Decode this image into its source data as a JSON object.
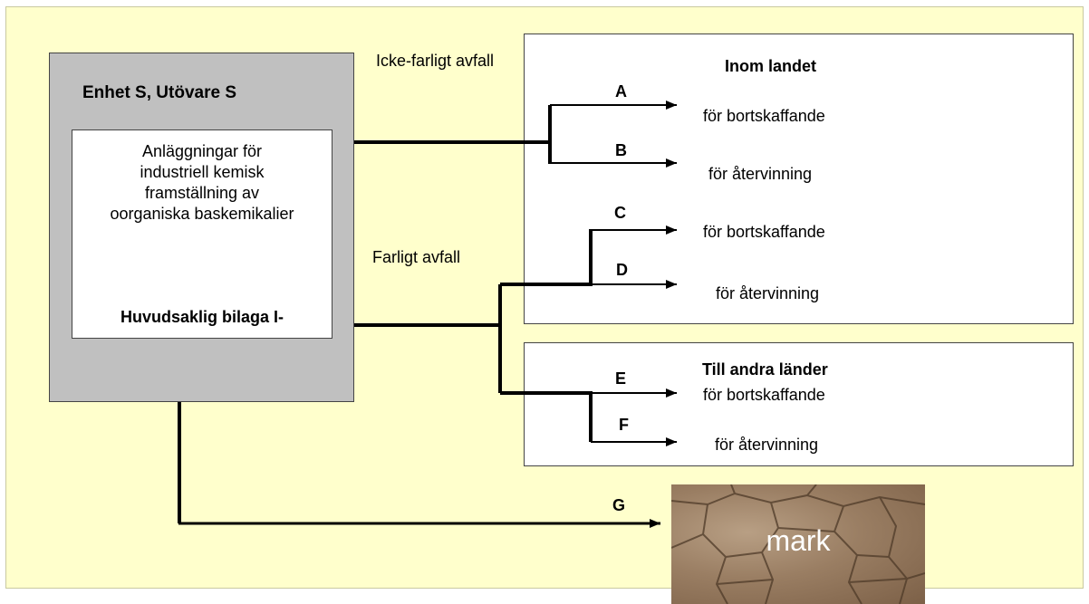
{
  "source_unit": {
    "title": "Enhet S, Utövare S",
    "facility_description": "Anläggningar för industriell kemisk framställning av oorganiska baskemikalier",
    "annex_label": "Huvudsaklig bilaga I-"
  },
  "waste_streams": {
    "non_hazardous": "Icke-farligt avfall",
    "hazardous": "Farligt avfall"
  },
  "domestic": {
    "title": "Inom landet",
    "routes": [
      {
        "letter": "A",
        "label": "för bortskaffande"
      },
      {
        "letter": "B",
        "label": "för återvinning"
      },
      {
        "letter": "C",
        "label": "för bortskaffande"
      },
      {
        "letter": "D",
        "label": "för återvinning"
      }
    ]
  },
  "abroad": {
    "title": "Till andra länder",
    "routes": [
      {
        "letter": "E",
        "label": "för bortskaffande"
      },
      {
        "letter": "F",
        "label": "för återvinning"
      }
    ]
  },
  "ground": {
    "letter": "G",
    "label": "mark"
  },
  "colors": {
    "background": "#ffffcc",
    "unit_box": "#c0c0c0",
    "lines": "#000000"
  }
}
